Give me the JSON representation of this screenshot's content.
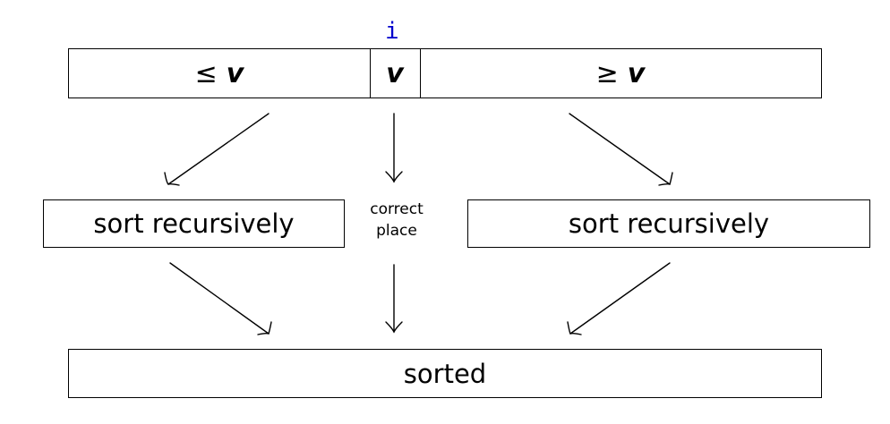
{
  "index_label": "i",
  "index_color": "#0000cc",
  "array": {
    "left_symbol": "≤",
    "left_var": "v",
    "pivot_var": "v",
    "right_symbol": "≥",
    "right_var": "v"
  },
  "left_box": {
    "label": "sort recursively"
  },
  "right_box": {
    "label": "sort recursively"
  },
  "middle_note": {
    "line1": "correct",
    "line2": "place"
  },
  "result_box": {
    "label": "sorted"
  }
}
